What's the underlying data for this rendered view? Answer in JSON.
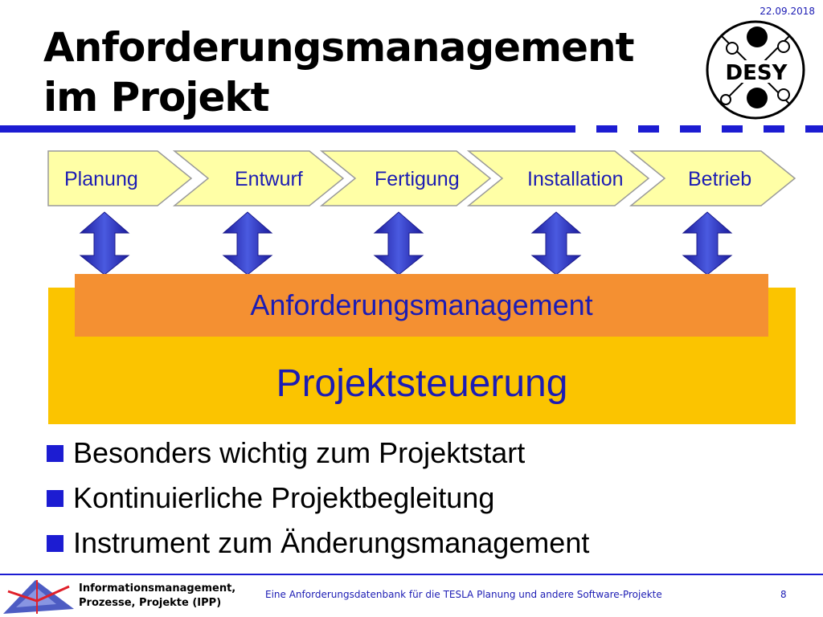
{
  "header": {
    "date": "22.09.2018",
    "title_line1": "Anforderungsmanagement",
    "title_line2": "im Projekt",
    "logo_text": "DESY"
  },
  "process": {
    "phases": [
      {
        "label": "Planung"
      },
      {
        "label": "Entwurf"
      },
      {
        "label": "Fertigung"
      },
      {
        "label": "Installation"
      },
      {
        "label": "Betrieb"
      }
    ],
    "bar_label": "Anforderungsmanagement",
    "band_label": "Projektsteuerung"
  },
  "bullets": [
    "Besonders wichtig zum Projektstart",
    "Kontinuierliche Projektbegleitung",
    "Instrument zum Änderungsmanagement"
  ],
  "footer": {
    "org_line1": "Informationsmanagement,",
    "org_line2": "Prozesse, Projekte (IPP)",
    "text": "Eine  Anforderungsdatenbank  für  die  TESLA Planung und andere Software-Projekte",
    "page": "8"
  },
  "colors": {
    "accent_blue": "#1c1cd2",
    "text_blue": "#1c1cb4",
    "chevron_fill": "#ffffa6",
    "orange": "#f49032",
    "yellow": "#fbc400",
    "arrow_blue": "#3344cc"
  }
}
